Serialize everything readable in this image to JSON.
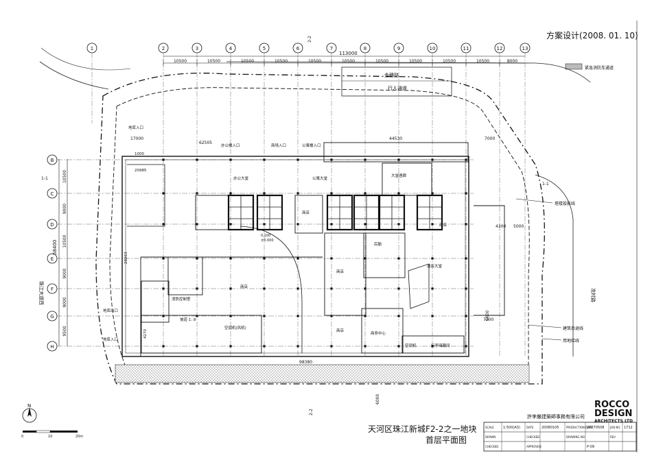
{
  "sheet": {
    "header_title": "方案设计(2008. 01. 10)",
    "legend_label": "紧急消防车通道",
    "project_title": "天河区珠江新城F2-2之一地块",
    "drawing_title": "首层平面图",
    "firm_cn": "許李嚴建築師事務有限公司",
    "firm_logo_lines": [
      "ROCCO",
      "DESIGN",
      "ARCHITECTS LTD"
    ],
    "north_label": "N",
    "scale_bar": [
      "0",
      "10",
      "20m"
    ]
  },
  "grid": {
    "columns": [
      "1",
      "2",
      "3",
      "4",
      "5",
      "6",
      "7",
      "8",
      "9",
      "10",
      "11",
      "12",
      "13"
    ],
    "rows": [
      "B",
      "C",
      "D",
      "E",
      "F",
      "G",
      "H"
    ],
    "top_dimension": "113000",
    "top_bays": [
      "10500",
      "10500",
      "10500",
      "10500",
      "10500",
      "10500",
      "10500",
      "10500",
      "10500",
      "10500",
      "8000"
    ],
    "left_dimension": "58400",
    "left_bays": [
      "10500",
      "9000",
      "10500",
      "9000",
      "9000",
      "9500"
    ],
    "section_marks": [
      "2-2",
      "2-2",
      "1-1",
      "1-1"
    ]
  },
  "roads": {
    "north": "金穗路",
    "pedestrian": "行人通道",
    "west": "珠江大道西",
    "east": "冼村路"
  },
  "labels": {
    "entrance_1": "地库入口",
    "entrance_2": "地库入口",
    "entrance_3": "地库出口",
    "office_entry": "办公楼入口",
    "apt_entry": "公寓楼入口",
    "commercial_entry": "商场入口",
    "hall_1": "办公大堂",
    "hall_2": "公寓大堂",
    "hall_3": "大堂酒廊",
    "hall_4": "酒店大堂",
    "shop_1": "商店",
    "shop_2": "商店",
    "shop_3": "商店",
    "shop_4": "商店",
    "shop_5": "商店",
    "business": "商务中心",
    "back_of_house": "后勤",
    "mech_1": "空调机(风机)",
    "mech_2": "空调机",
    "fire_ctrl": "消防控制室",
    "luggage": "行李储藏间",
    "ramp": "坡道 1: 8",
    "tower_line": "塔楼投影线",
    "setback": "建筑后退线",
    "red_line": "用地红线",
    "elevation": "0.100",
    "elevation_2": "±0.000",
    "dims": [
      "62505",
      "44530",
      "17000",
      "7000",
      "1000",
      "4300",
      "5000",
      "7200",
      "5600",
      "98380",
      "6000",
      "28263",
      "4270",
      "20985"
    ]
  },
  "title_block": {
    "row1": [
      "SCALE",
      "1:500(A3)",
      "DATE",
      "20080105",
      "PRODUCTION DATE",
      "20070508",
      "JOB NO",
      "1712"
    ],
    "row2": [
      "DRAWN",
      "",
      "CHECKED",
      "",
      "DRAWING NO",
      "",
      "REV",
      ""
    ],
    "row3": [
      "CHECKED",
      "",
      "APPROVED",
      "",
      "",
      "P-09",
      "",
      ""
    ]
  }
}
